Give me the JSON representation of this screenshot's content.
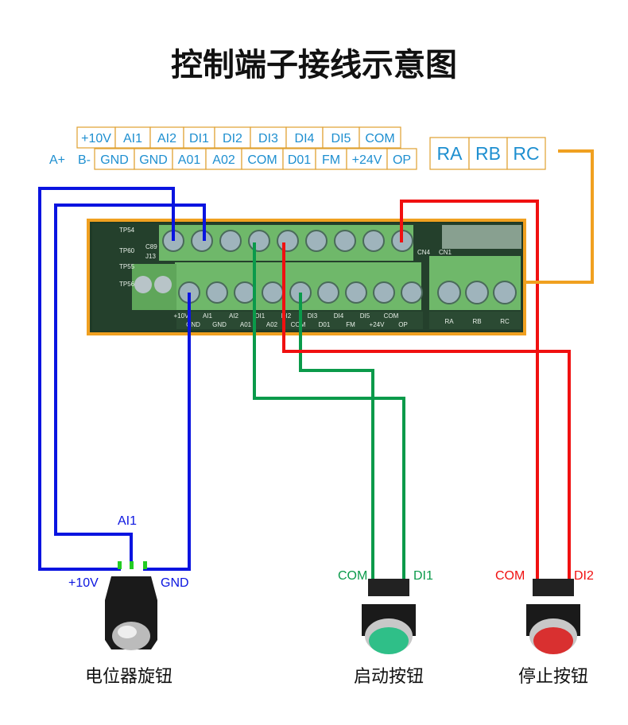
{
  "title": "控制端子接线示意图",
  "terminal_labels": {
    "top_row": [
      "+10V",
      "AI1",
      "AI2",
      "DI1",
      "DI2",
      "DI3",
      "DI4",
      "DI5",
      "COM"
    ],
    "bottom_prefix": [
      "A+",
      "B-"
    ],
    "bottom_row": [
      "GND",
      "GND",
      "A01",
      "A02",
      "COM",
      "D01",
      "FM",
      "+24V",
      "OP"
    ],
    "relay": [
      "RA",
      "RB",
      "RC"
    ]
  },
  "board_marks": [
    "TP54",
    "TP60",
    "TP55",
    "TP56",
    "J13",
    "C89",
    "CN4",
    "CN1"
  ],
  "potentiometer": {
    "caption": "电位器旋钮",
    "pin_top": "AI1",
    "pin_left": "+10V",
    "pin_right": "GND"
  },
  "start_button": {
    "caption": "启动按钮",
    "pin_left": "COM",
    "pin_right": "DI1",
    "color": "#2fbf88"
  },
  "stop_button": {
    "caption": "停止按钮",
    "pin_left": "COM",
    "pin_right": "DI2",
    "color": "#d93030"
  },
  "colors": {
    "blue": "#0a14e0",
    "green": "#0a9a4a",
    "red": "#f01010",
    "orange": "#f0a020",
    "label": "#1e8fd0"
  }
}
